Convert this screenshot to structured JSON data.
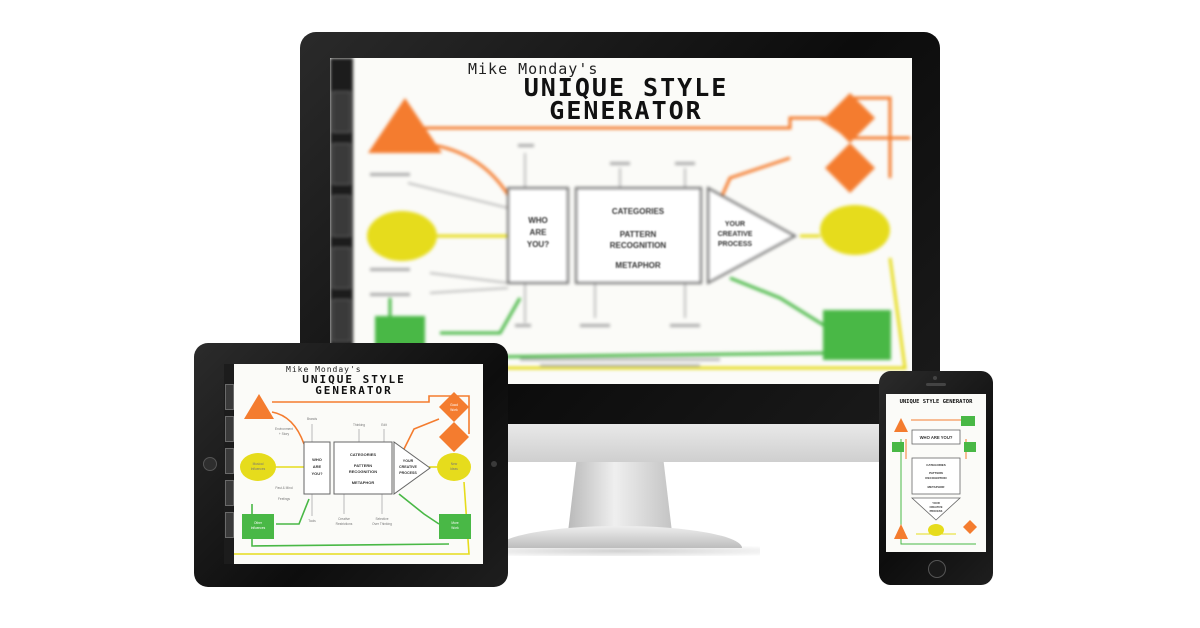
{
  "hero": {
    "title_small": "Mike Monday's",
    "title_big_line1": "UNIQUE STYLE",
    "title_big_line2": "GENERATOR",
    "phone_title": "UNIQUE STYLE GENERATOR"
  },
  "colors": {
    "orange": "#f47c2f",
    "yellow": "#e6dc1c",
    "green": "#49b846",
    "bezel": "#111111",
    "line_gray": "#9a9a9a"
  },
  "diagram": {
    "who_label_lines": [
      "WHO",
      "ARE",
      "YOU?"
    ],
    "process_label_lines": [
      "CATEGORIES",
      "PATTERN",
      "RECOGNITION",
      "METAPHOR"
    ],
    "creative_label_lines": [
      "YOUR",
      "CREATIVE",
      "PROCESS"
    ],
    "phone_who_label": "WHO ARE YOU?",
    "tablet_small_labels": {
      "musical_influences": [
        "Musical",
        "Influences"
      ],
      "new_ideas": [
        "New",
        "Ideas"
      ],
      "other_influences": [
        "Other",
        "Influences"
      ],
      "more_work": [
        "More",
        "Work"
      ],
      "top_tl": [
        "Environment",
        "+ Story"
      ],
      "top_tl2": "Brands",
      "top_mid": "Thinking",
      "top_mid2": "Edit",
      "btm_mid": [
        "Creative",
        "Restrictions"
      ],
      "btm_r": [
        "Selective",
        "Over Thinking"
      ],
      "btm_l": "Tools",
      "mid_l": "Past & Mind",
      "mid_l2": "Feelings",
      "tr_orange": [
        "Good",
        "Work"
      ]
    }
  },
  "icons": {
    "monitor": "desktop-monitor-icon",
    "tablet": "tablet-icon",
    "phone": "phone-icon"
  }
}
